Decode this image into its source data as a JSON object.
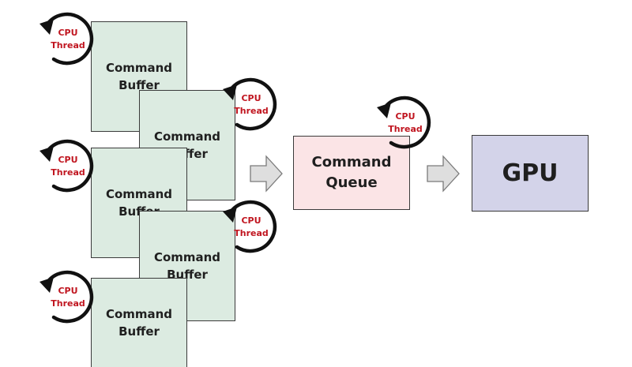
{
  "command_buffers": [
    {
      "label": "Command\nBuffer"
    },
    {
      "label": "Command\nBuffer"
    },
    {
      "label": "Command\nBuffer"
    },
    {
      "label": "Command\nBuffer"
    },
    {
      "label": "Command\nBuffer"
    }
  ],
  "threads": [
    {
      "label": "CPU\nThread"
    },
    {
      "label": "CPU\nThread"
    },
    {
      "label": "CPU\nThread"
    },
    {
      "label": "CPU\nThread"
    },
    {
      "label": "CPU\nThread"
    },
    {
      "label": "CPU\nThread"
    }
  ],
  "command_queue": {
    "label": "Command\nQueue"
  },
  "gpu": {
    "label": "GPU"
  },
  "colors": {
    "buffer_fill": "#dcebe1",
    "queue_fill": "#fbe4e6",
    "gpu_fill": "#d3d3e9",
    "thread_text": "#c0151f",
    "arrow_fill": "#dedede"
  }
}
